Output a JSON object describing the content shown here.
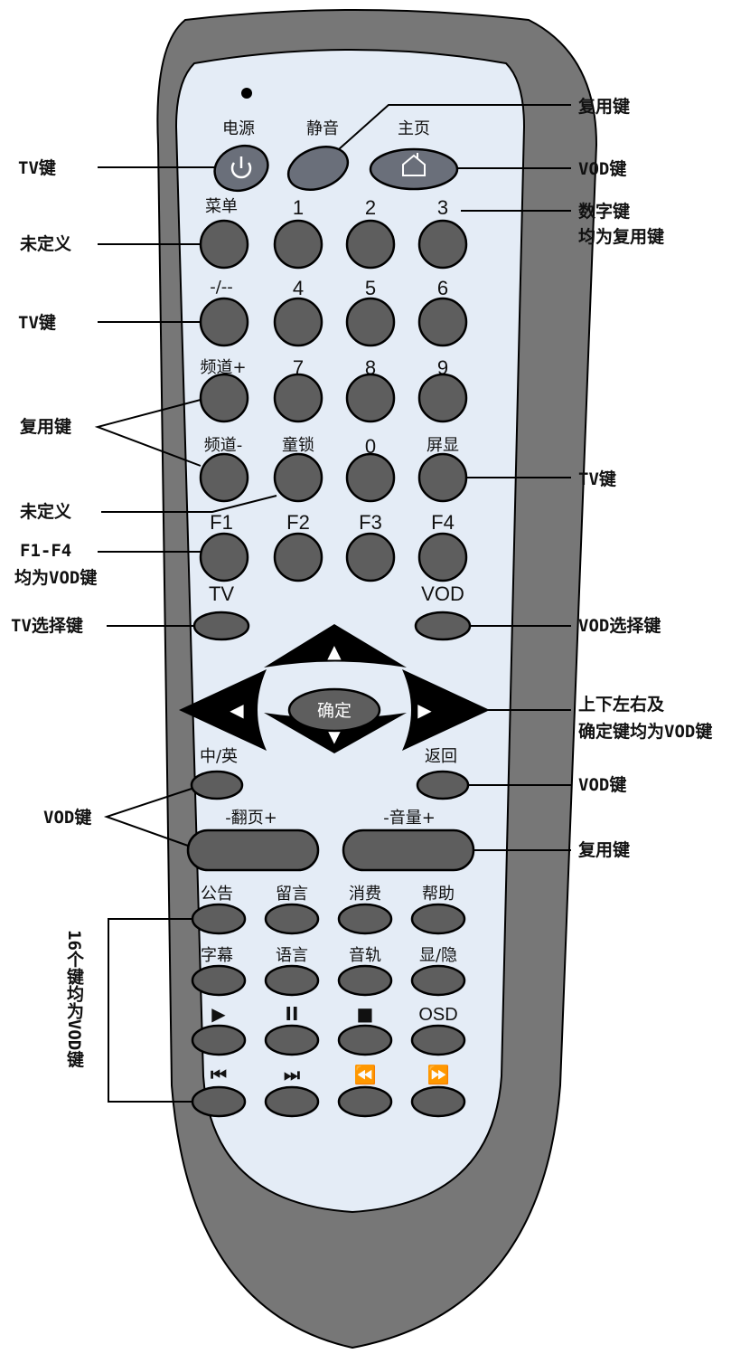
{
  "top_keys": {
    "power": "电源",
    "mute": "静音",
    "home": "主页"
  },
  "digit_rows": [
    [
      "菜单",
      "1",
      "2",
      "3"
    ],
    [
      "-/--",
      "4",
      "5",
      "6"
    ],
    [
      "频道+",
      "7",
      "8",
      "9"
    ],
    [
      "频道-",
      "童锁",
      "0",
      "屏显"
    ],
    [
      "F1",
      "F2",
      "F3",
      "F4"
    ]
  ],
  "mode_keys": {
    "tv": "TV",
    "vod": "VOD"
  },
  "nav": {
    "ok": "确定",
    "up": "▲",
    "down": "▼",
    "left": "◀",
    "right": "▶"
  },
  "lang_key": "中/英",
  "back_key": "返回",
  "page_key": "-翻页+",
  "volume_key": "-音量+",
  "func_rows": [
    [
      "公告",
      "留言",
      "消费",
      "帮助"
    ],
    [
      "字幕",
      "语言",
      "音轨",
      "显/隐"
    ],
    [
      "▶",
      "II",
      "■",
      "OSD"
    ],
    [
      "⏮",
      "⏭",
      "⏪",
      "⏩"
    ]
  ],
  "annotations": {
    "tv_key_1": "TV键",
    "multi_key_top": "复用键",
    "vod_key_home": "VOD键",
    "digit_line1": "数字键",
    "digit_line2": "均为复用键",
    "undefined_1": "未定义",
    "tv_key_2": "TV键",
    "multi_key_channel": "复用键",
    "tv_key_3": "TV键",
    "undefined_2": "未定义",
    "f_line1": "F1-F4",
    "f_line2": "均为VOD键",
    "tv_select": "TV选择键",
    "vod_select": "VOD选择键",
    "nav_line1": "上下左右及",
    "nav_line2": "确定键均为VOD键",
    "vod_key_back": "VOD键",
    "vod_key_lang": "VOD键",
    "multi_key_volume": "复用键",
    "vertical_note": "16个键均为VOD键"
  },
  "colors": {
    "body_outer": "#777777",
    "face": "#e4ecf6",
    "button": "#5e5e5e",
    "nav": "#000000"
  }
}
